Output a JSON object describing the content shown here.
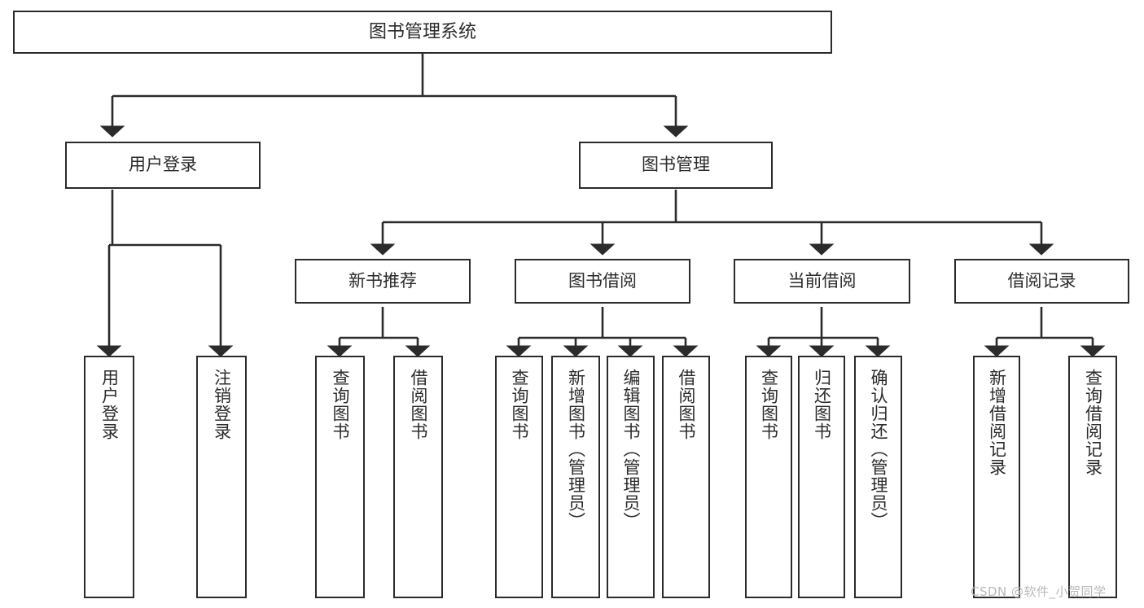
{
  "diagram": {
    "title": "图书管理系统",
    "type": "tree-hierarchy-chart",
    "root": {
      "id": "root",
      "label": "图书管理系统"
    },
    "level2": [
      {
        "id": "user-login",
        "label": "用户登录"
      },
      {
        "id": "book-manage",
        "label": "图书管理"
      }
    ],
    "level3": [
      {
        "id": "new-book-rec",
        "label": "新书推荐"
      },
      {
        "id": "book-borrow",
        "label": "图书借阅"
      },
      {
        "id": "current-borrow",
        "label": "当前借阅"
      },
      {
        "id": "borrow-record",
        "label": "借阅记录"
      }
    ],
    "leaves": {
      "user_login": [
        {
          "id": "leaf-user-login",
          "label": "用户登录"
        },
        {
          "id": "leaf-logout-login",
          "label": "注销登录"
        }
      ],
      "new_book_rec": [
        {
          "id": "leaf-query-book-1",
          "label": "查询图书"
        },
        {
          "id": "leaf-borrow-book-1",
          "label": "借阅图书"
        }
      ],
      "book_borrow": [
        {
          "id": "leaf-query-book-2",
          "label": "查询图书"
        },
        {
          "id": "leaf-add-book",
          "label": "新增图书（管理员）"
        },
        {
          "id": "leaf-edit-book",
          "label": "编辑图书（管理员）"
        },
        {
          "id": "leaf-borrow-book-2",
          "label": "借阅图书"
        }
      ],
      "current_borrow": [
        {
          "id": "leaf-query-book-3",
          "label": "查询图书"
        },
        {
          "id": "leaf-return-book",
          "label": "归还图书"
        },
        {
          "id": "leaf-confirm-return",
          "label": "确认归还（管理员）"
        }
      ],
      "borrow_record": [
        {
          "id": "leaf-add-record",
          "label": "新增借阅记录"
        },
        {
          "id": "leaf-query-record",
          "label": "查询借阅记录"
        }
      ]
    }
  },
  "watermark": {
    "text": "CSDN @软件_小贺同学"
  },
  "colors": {
    "stroke": "#2b2b2b",
    "fill": "#ffffff",
    "text": "#2b2b2b",
    "watermark": "#b9b9b9"
  }
}
